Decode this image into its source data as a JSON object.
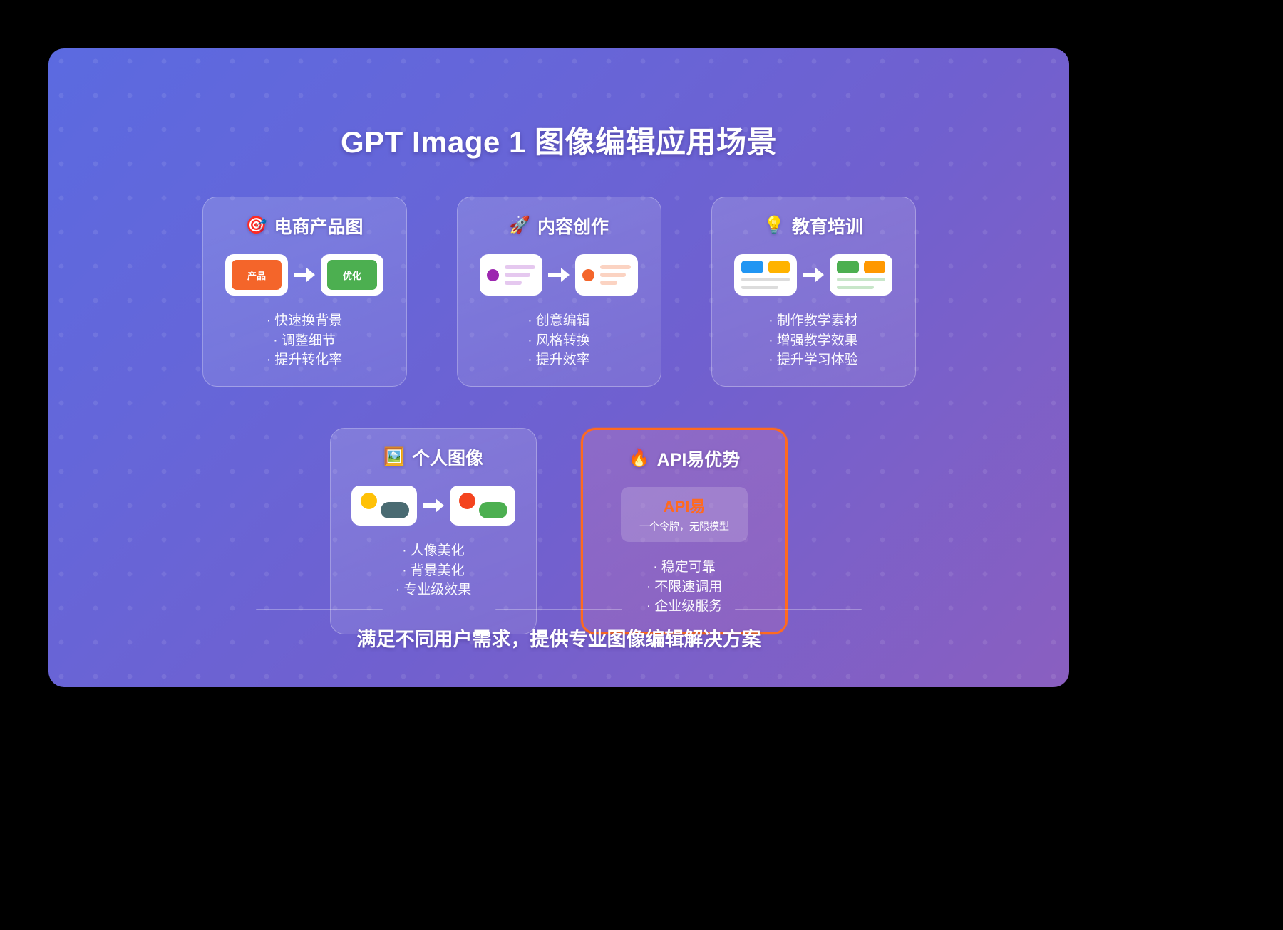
{
  "poster": {
    "title": "GPT Image 1 图像编辑应用场景",
    "footer": "满足不同用户需求，提供专业图像编辑解决方案",
    "accent_orange": "#ff6a1f",
    "background_gradient": [
      "#5b6ae0",
      "#8a5fc0"
    ]
  },
  "cards": [
    {
      "id": "ecommerce",
      "emoji": "🎯",
      "emoji_name": "dart-target-icon",
      "title": "电商产品图",
      "visual": {
        "type": "label-boxes",
        "before_label": "产品",
        "before_color": "#f4652a",
        "after_label": "优化",
        "after_color": "#4caf50"
      },
      "bullets": [
        "快速换背景",
        "调整细节",
        "提升转化率"
      ]
    },
    {
      "id": "content-creation",
      "emoji": "🚀",
      "emoji_name": "rocket-icon",
      "title": "内容创作",
      "visual": {
        "type": "dot-lines",
        "before_dot": "#9c27b0",
        "before_line": "#e5c8ef",
        "after_dot": "#f4652a",
        "after_line": "#fbd3c2"
      },
      "bullets": [
        "创意编辑",
        "风格转换",
        "提升效率"
      ]
    },
    {
      "id": "education",
      "emoji": "💡",
      "emoji_name": "lightbulb-icon",
      "title": "教育培训",
      "visual": {
        "type": "tag-lines",
        "before_tags": [
          "#2196f3",
          "#ffb300"
        ],
        "before_line": "#dcdcdc",
        "after_tags": [
          "#4caf50",
          "#ff9800"
        ],
        "after_line": "#c8e6c9"
      },
      "bullets": [
        "制作教学素材",
        "增强教学效果",
        "提升学习体验"
      ]
    },
    {
      "id": "personal-image",
      "emoji": "🖼️",
      "emoji_name": "framed-picture-icon",
      "title": "个人图像",
      "visual": {
        "type": "circle-pill",
        "before_circle": "#ffc107",
        "before_pill": "#4a6b72",
        "after_circle": "#f4441f",
        "after_pill": "#4caf50"
      },
      "bullets": [
        "人像美化",
        "背景美化",
        "专业级效果"
      ]
    },
    {
      "id": "apiyi-advantage",
      "emoji": "🔥",
      "emoji_name": "fire-icon",
      "title": "API易优势",
      "highlight": true,
      "promo": {
        "brand": "API易",
        "tagline": "一个令牌，无限模型"
      },
      "bullets": [
        "稳定可靠",
        "不限速调用",
        "企业级服务"
      ]
    }
  ]
}
